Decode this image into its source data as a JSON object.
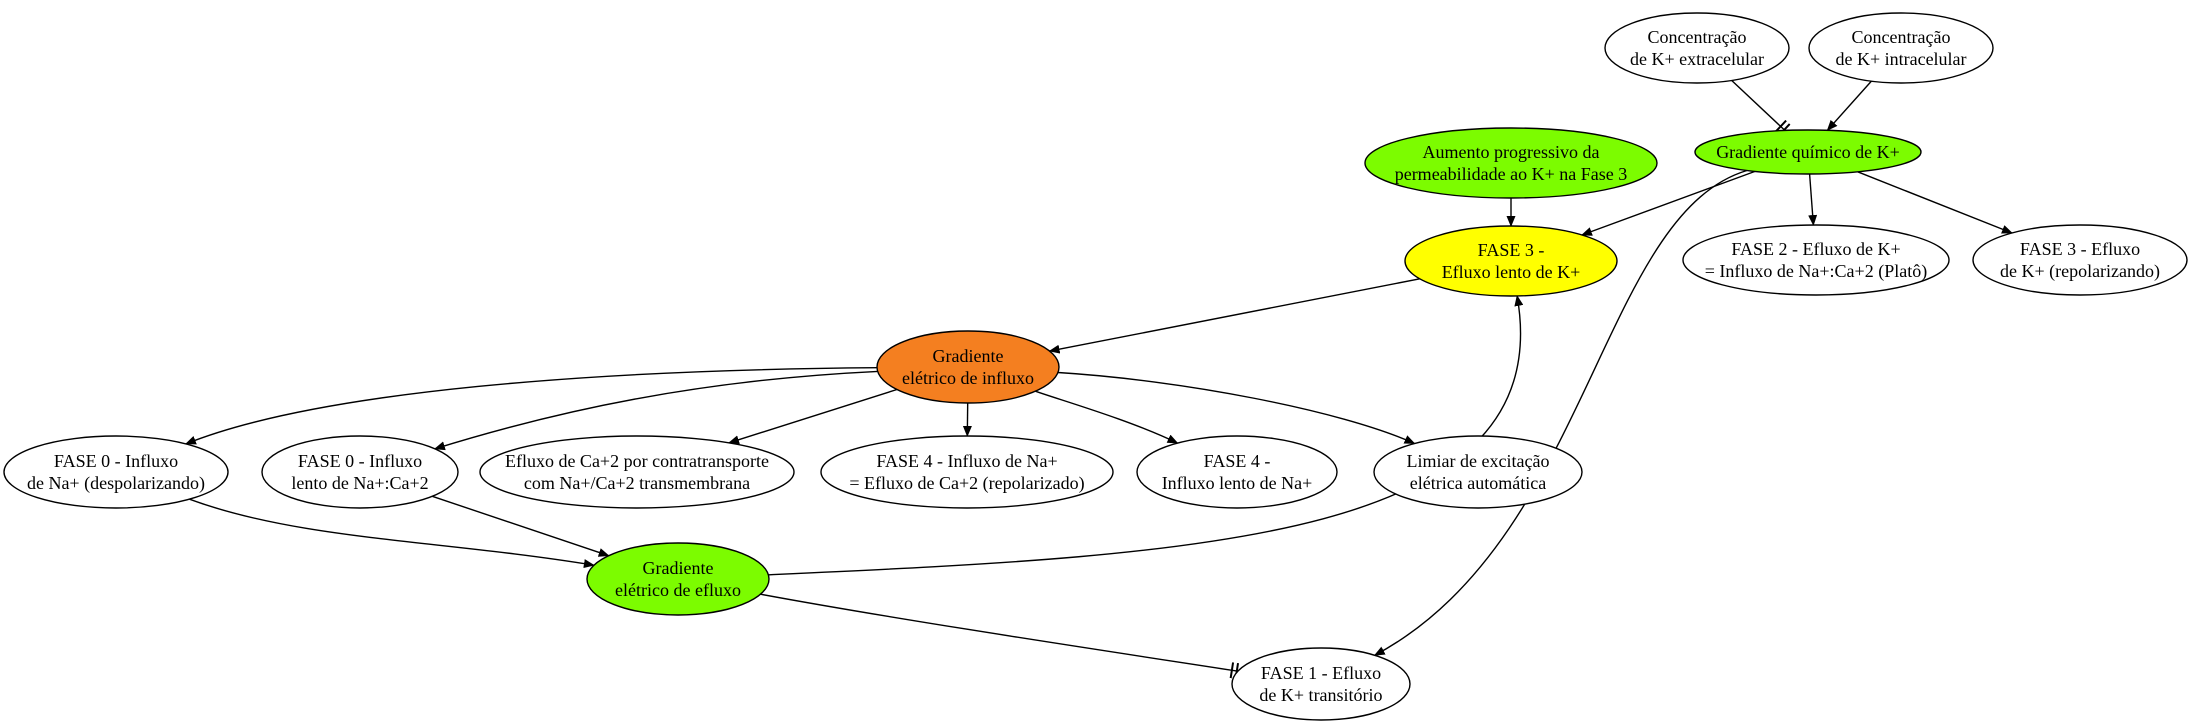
{
  "colors": {
    "white": "#ffffff",
    "green": "#7cfc00",
    "yellow": "#ffff00",
    "orange": "#f47f20",
    "stroke": "#000000"
  },
  "nodes": {
    "conc_ext": {
      "lines": [
        "Concentração",
        "de K+ extracelular"
      ],
      "fill": "white"
    },
    "conc_int": {
      "lines": [
        "Concentração",
        "de K+ intracelular"
      ],
      "fill": "white"
    },
    "aumento": {
      "lines": [
        "Aumento progressivo da",
        "permeabilidade ao K+ na Fase 3"
      ],
      "fill": "green"
    },
    "grad_quimico": {
      "lines": [
        "Gradiente químico de K+"
      ],
      "fill": "green"
    },
    "fase3_lento": {
      "lines": [
        "FASE 3 -",
        "Efluxo lento de K+"
      ],
      "fill": "yellow"
    },
    "fase2": {
      "lines": [
        "FASE 2 - Efluxo de K+",
        "= Influxo de Na+:Ca+2 (Platô)"
      ],
      "fill": "white"
    },
    "fase3_efluxo": {
      "lines": [
        "FASE 3 - Efluxo",
        "de K+ (repolarizando)"
      ],
      "fill": "white"
    },
    "grad_influxo": {
      "lines": [
        "Gradiente",
        "elétrico de influxo"
      ],
      "fill": "orange"
    },
    "fase0_na": {
      "lines": [
        "FASE 0 - Influxo",
        "de Na+ (despolarizando)"
      ],
      "fill": "white"
    },
    "fase0_lento": {
      "lines": [
        "FASE 0 - Influxo",
        "lento de Na+:Ca+2"
      ],
      "fill": "white"
    },
    "efluxo_ca": {
      "lines": [
        "Efluxo de Ca+2 por contratransporte",
        "com Na+/Ca+2 transmembrana"
      ],
      "fill": "white"
    },
    "fase4_na": {
      "lines": [
        "FASE 4 - Influxo de Na+",
        "= Efluxo de Ca+2 (repolarizado)"
      ],
      "fill": "white"
    },
    "fase4_lento": {
      "lines": [
        "FASE 4 -",
        "Influxo lento de Na+"
      ],
      "fill": "white"
    },
    "limiar": {
      "lines": [
        "Limiar de excitação",
        "elétrica automática"
      ],
      "fill": "white"
    },
    "grad_efluxo": {
      "lines": [
        "Gradiente",
        "elétrico de efluxo"
      ],
      "fill": "green"
    },
    "fase1": {
      "lines": [
        "FASE 1 - Efluxo",
        "de K+ transitório"
      ],
      "fill": "white"
    }
  },
  "edges": [
    {
      "from": "conc_ext",
      "to": "grad_quimico",
      "head": "tee"
    },
    {
      "from": "conc_int",
      "to": "grad_quimico",
      "head": "arrow"
    },
    {
      "from": "aumento",
      "to": "fase3_lento",
      "head": "arrow"
    },
    {
      "from": "grad_quimico",
      "to": "fase3_lento",
      "head": "arrow"
    },
    {
      "from": "grad_quimico",
      "to": "fase2",
      "head": "arrow"
    },
    {
      "from": "grad_quimico",
      "to": "fase3_efluxo",
      "head": "arrow"
    },
    {
      "from": "grad_quimico",
      "to": "fase1",
      "head": "arrow"
    },
    {
      "from": "fase3_lento",
      "to": "grad_influxo",
      "head": "arrow"
    },
    {
      "from": "grad_influxo",
      "to": "fase0_na",
      "head": "arrow"
    },
    {
      "from": "grad_influxo",
      "to": "fase0_lento",
      "head": "arrow"
    },
    {
      "from": "grad_influxo",
      "to": "efluxo_ca",
      "head": "arrow"
    },
    {
      "from": "grad_influxo",
      "to": "fase4_na",
      "head": "arrow"
    },
    {
      "from": "grad_influxo",
      "to": "fase4_lento",
      "head": "arrow"
    },
    {
      "from": "grad_influxo",
      "to": "limiar",
      "head": "arrow"
    },
    {
      "from": "fase0_na",
      "to": "grad_efluxo",
      "head": "arrow"
    },
    {
      "from": "fase0_lento",
      "to": "grad_efluxo",
      "head": "arrow"
    },
    {
      "from": "grad_efluxo",
      "to": "fase3_lento",
      "head": "arrow"
    },
    {
      "from": "grad_efluxo",
      "to": "fase1",
      "head": "tee"
    }
  ]
}
